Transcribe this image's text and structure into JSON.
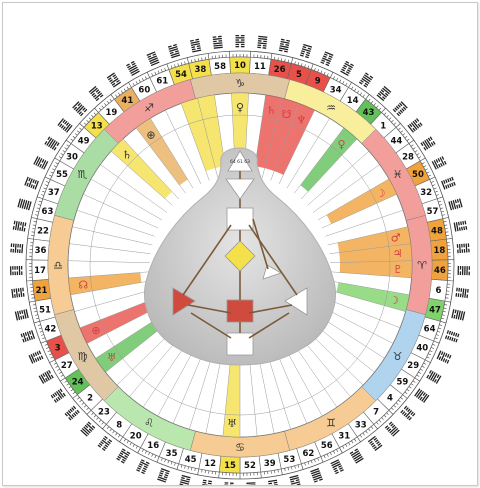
{
  "wheel": {
    "gates": [
      10,
      11,
      26,
      5,
      9,
      34,
      14,
      43,
      1,
      44,
      28,
      50,
      32,
      57,
      48,
      18,
      46,
      6,
      47,
      64,
      40,
      29,
      59,
      4,
      7,
      33,
      31,
      56,
      62,
      53,
      39,
      52,
      15,
      12,
      45,
      35,
      16,
      20,
      8,
      23,
      2,
      24,
      27,
      3,
      42,
      51,
      21,
      17,
      36,
      22,
      63,
      37,
      55,
      30,
      49,
      13,
      19,
      41,
      60,
      61,
      54,
      38,
      58
    ],
    "highlighted_gates": {
      "10": "#f4e04b",
      "26": "#e8504a",
      "5": "#e8504a",
      "9": "#e8504a",
      "43": "#63c15a",
      "50": "#f0a23c",
      "48": "#f0a23c",
      "18": "#f0a23c",
      "46": "#f0a23c",
      "47": "#7fd36a",
      "15": "#f4e04b",
      "3": "#e8504a",
      "24": "#63c15a",
      "21": "#f0a23c",
      "13": "#f4e04b",
      "41": "#e8b060",
      "54": "#f4e04b",
      "38": "#f4e04b"
    },
    "zodiac": [
      {
        "name": "capricorn",
        "glyph": "♑"
      },
      {
        "name": "aquarius",
        "glyph": "♒"
      },
      {
        "name": "pisces",
        "glyph": "♓"
      },
      {
        "name": "aries",
        "glyph": "♈"
      },
      {
        "name": "taurus",
        "glyph": "♉"
      },
      {
        "name": "gemini",
        "glyph": "♊"
      },
      {
        "name": "cancer",
        "glyph": "♋"
      },
      {
        "name": "leo",
        "glyph": "♌"
      },
      {
        "name": "virgo",
        "glyph": "♍"
      },
      {
        "name": "libra",
        "glyph": "♎"
      },
      {
        "name": "scorpio",
        "glyph": "♏"
      },
      {
        "name": "sagittarius",
        "glyph": "♐"
      }
    ],
    "planet_markers": [
      {
        "glyph": "♄",
        "color": "#d04040"
      },
      {
        "glyph": "☋",
        "color": "#d04040"
      },
      {
        "glyph": "♆",
        "color": "#d04040"
      },
      {
        "glyph": "♀",
        "color": "#d04040"
      },
      {
        "glyph": "☽",
        "color": "#d04040"
      },
      {
        "glyph": "♂",
        "color": "#d04040"
      },
      {
        "glyph": "♃",
        "color": "#d04040"
      },
      {
        "glyph": "♇",
        "color": "#d04040"
      },
      {
        "glyph": "☽",
        "color": "#d04040"
      },
      {
        "glyph": "☊",
        "color": "#d04040"
      },
      {
        "glyph": "⊕",
        "color": "#d04040"
      },
      {
        "glyph": "♅",
        "color": "#d04040"
      },
      {
        "glyph": "⊕",
        "color": "#333333"
      },
      {
        "glyph": "♄",
        "color": "#333333"
      },
      {
        "glyph": "♅",
        "color": "#333333"
      },
      {
        "glyph": "♀",
        "color": "#333333"
      }
    ],
    "body_top_numbers": "64 61 63"
  }
}
